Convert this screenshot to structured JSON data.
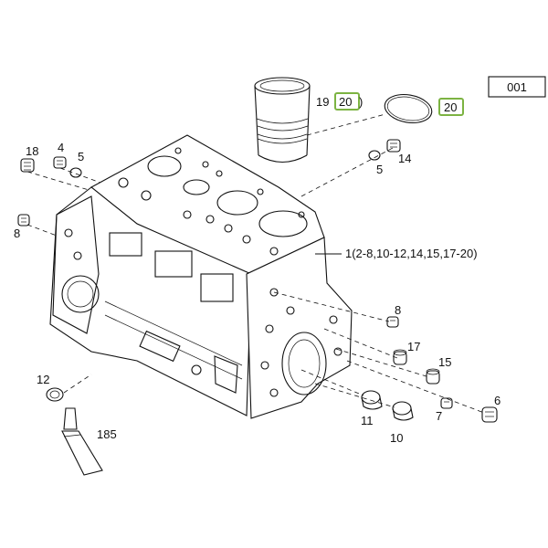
{
  "page_box": "001",
  "callouts": {
    "c18": "18",
    "c4": "4",
    "c5a": "5",
    "c8a": "8",
    "c19": "19",
    "c20a": "20",
    "c20b": "20",
    "c5b": "5",
    "c14": "14",
    "assembly": "1(2-8,10-12,14,15,17-20)",
    "c8b": "8",
    "c17": "17",
    "c15": "15",
    "c6": "6",
    "c12": "12",
    "c185": "185",
    "c11": "11",
    "c7": "7",
    "c10": "10"
  },
  "colors": {
    "highlight": "#7cb342",
    "ink": "#111111"
  }
}
